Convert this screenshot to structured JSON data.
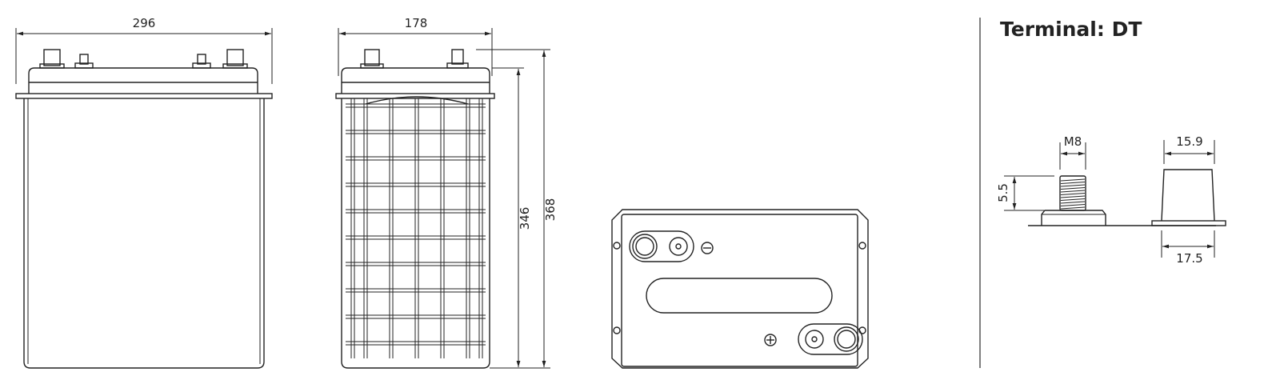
{
  "title": "Terminal: DT",
  "dimensions": {
    "length": "296",
    "width": "178",
    "container_height": "346",
    "total_height": "368",
    "thread": "M8",
    "bolt_height": "5.5",
    "cone_top": "15.9",
    "cone_base": "17.5"
  },
  "colors": {
    "line": "#222222",
    "background": "#ffffff"
  }
}
